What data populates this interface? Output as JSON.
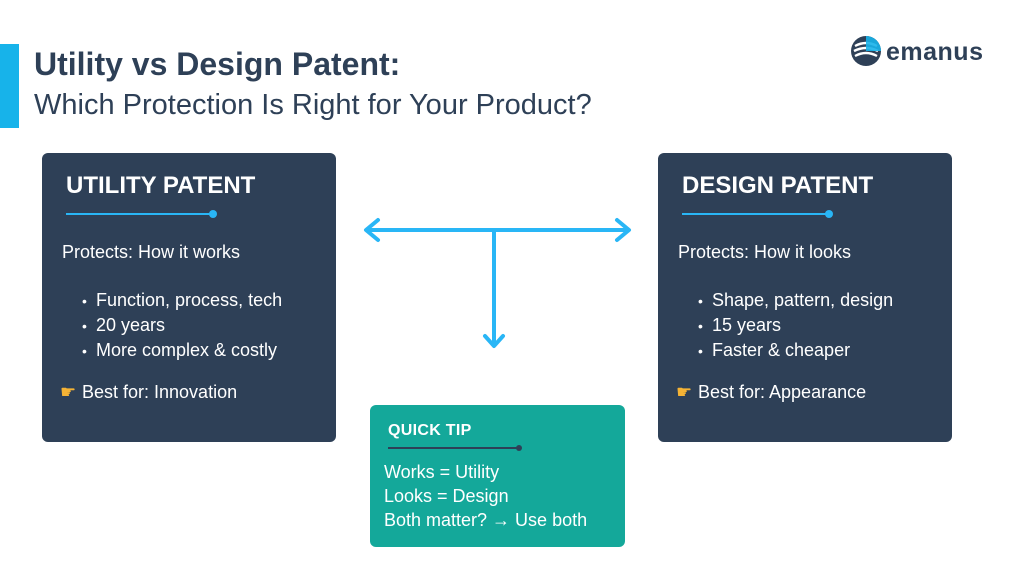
{
  "title": "Utility vs Design Patent:",
  "subtitle": "Which Protection Is Right for Your Product?",
  "logo": {
    "text": "emanus",
    "icon": "emanus-logo-icon"
  },
  "colors": {
    "accent": "#17b3ea",
    "card": "#2e4057",
    "tip": "#14a89a",
    "arrow": "#29b6f6"
  },
  "utility": {
    "title": "UTILITY PATENT",
    "protects": "Protects: How it works",
    "items": [
      "Function, process, tech",
      "20 years",
      "More complex & costly"
    ],
    "best": "Best for: Innovation",
    "icon": "pointing-hand-icon"
  },
  "design": {
    "title": "DESIGN PATENT",
    "protects": "Protects: How it looks",
    "items": [
      "Shape, pattern, design",
      "15 years",
      "Faster & cheaper"
    ],
    "best": "Best for: Appearance",
    "icon": "pointing-hand-icon"
  },
  "tip": {
    "title": "QUICK TIP",
    "lines": [
      "Works = Utility",
      "Looks = Design",
      "Both matter? → Use both"
    ]
  }
}
